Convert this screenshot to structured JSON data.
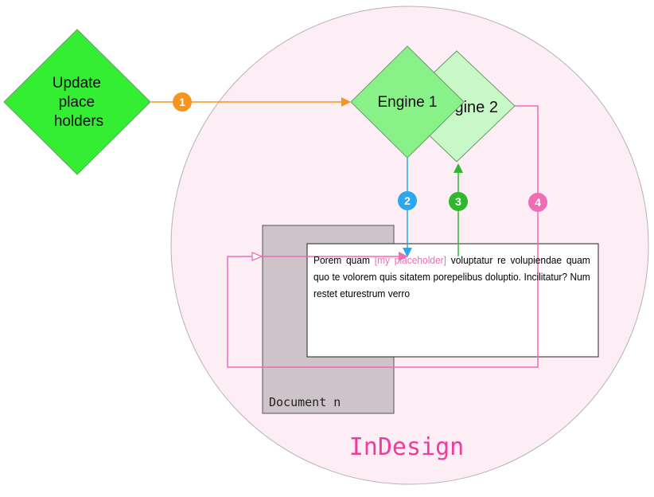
{
  "nodes": {
    "update": "Update\nplace\nholders",
    "engine1": "Engine 1",
    "engine2": "Engine 2",
    "document_label": "Document n",
    "indesign_label": "InDesign"
  },
  "steps": [
    "1",
    "2",
    "3",
    "4"
  ],
  "text_frame": {
    "before": "Porem quam ",
    "placeholder": "[my placeholder]",
    "after": " voluptatur re volupiendae quam quo te volorem quis sitatem porepelibus doluptio. Incilitatur? Num restet eturestrum verro"
  },
  "colors": {
    "green_bright": "#33ee33",
    "green_mid": "#88f288",
    "green_light": "#c8f7c8",
    "pink": "#f06cb4",
    "orange": "#f7941d",
    "blue": "#29a8f0",
    "green_arrow": "#2eb82e",
    "circle_fill": "#fdeef6",
    "document_fill": "#cdc3c8"
  }
}
